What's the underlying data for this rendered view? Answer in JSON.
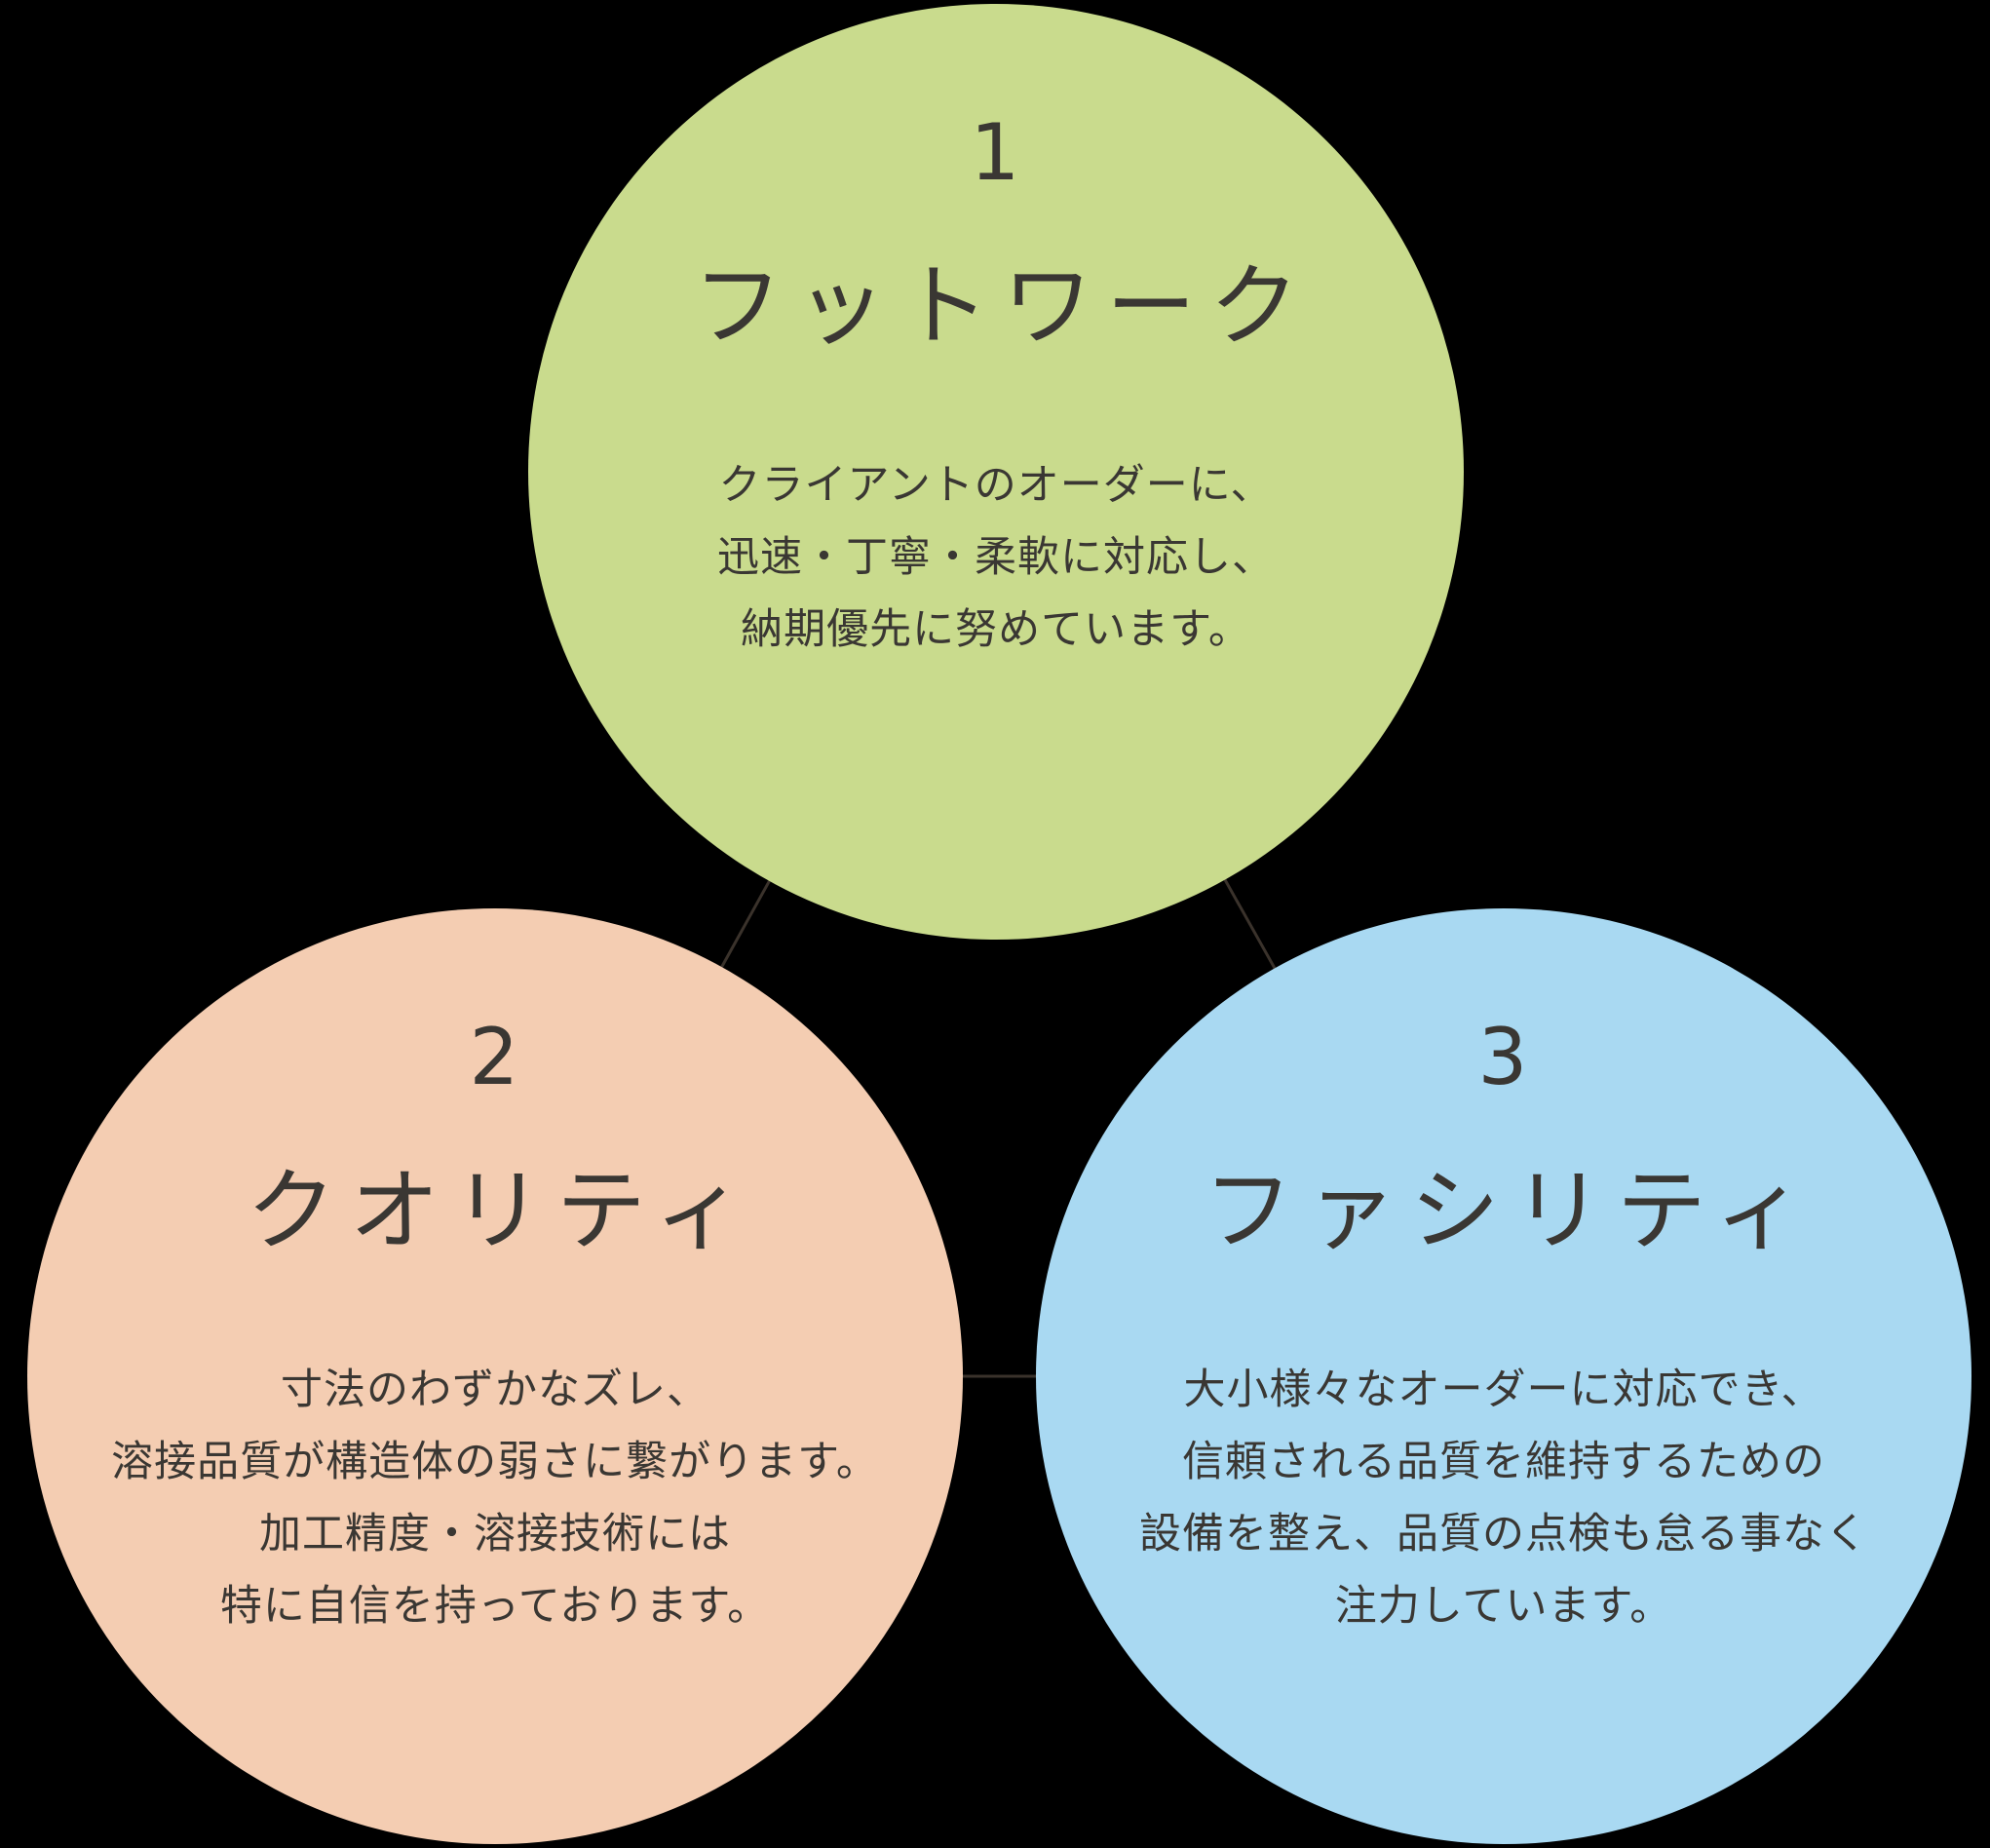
{
  "background_color": "#000000",
  "connector_color": "#3a322b",
  "circles": [
    {
      "number": "1",
      "title": "フットワーク",
      "color": "#c9db8d",
      "lines": [
        "クライアントのオーダーに、",
        "迅速・丁寧・柔軟に対応し、",
        "納期優先に努めています。"
      ]
    },
    {
      "number": "2",
      "title": "クオリティ",
      "color": "#f4cdb2",
      "lines": [
        "寸法のわずかなズレ、",
        "溶接品質が構造体の弱さに繋がります。",
        "加工精度・溶接技術には",
        "特に自信を持っております。"
      ]
    },
    {
      "number": "3",
      "title": "ファシリティ",
      "color": "#a9d9f2",
      "lines": [
        "大小様々なオーダーに対応でき、",
        "信頼される品質を維持するための",
        "設備を整え、品質の点検も怠る事なく",
        "注力しています。"
      ]
    }
  ]
}
